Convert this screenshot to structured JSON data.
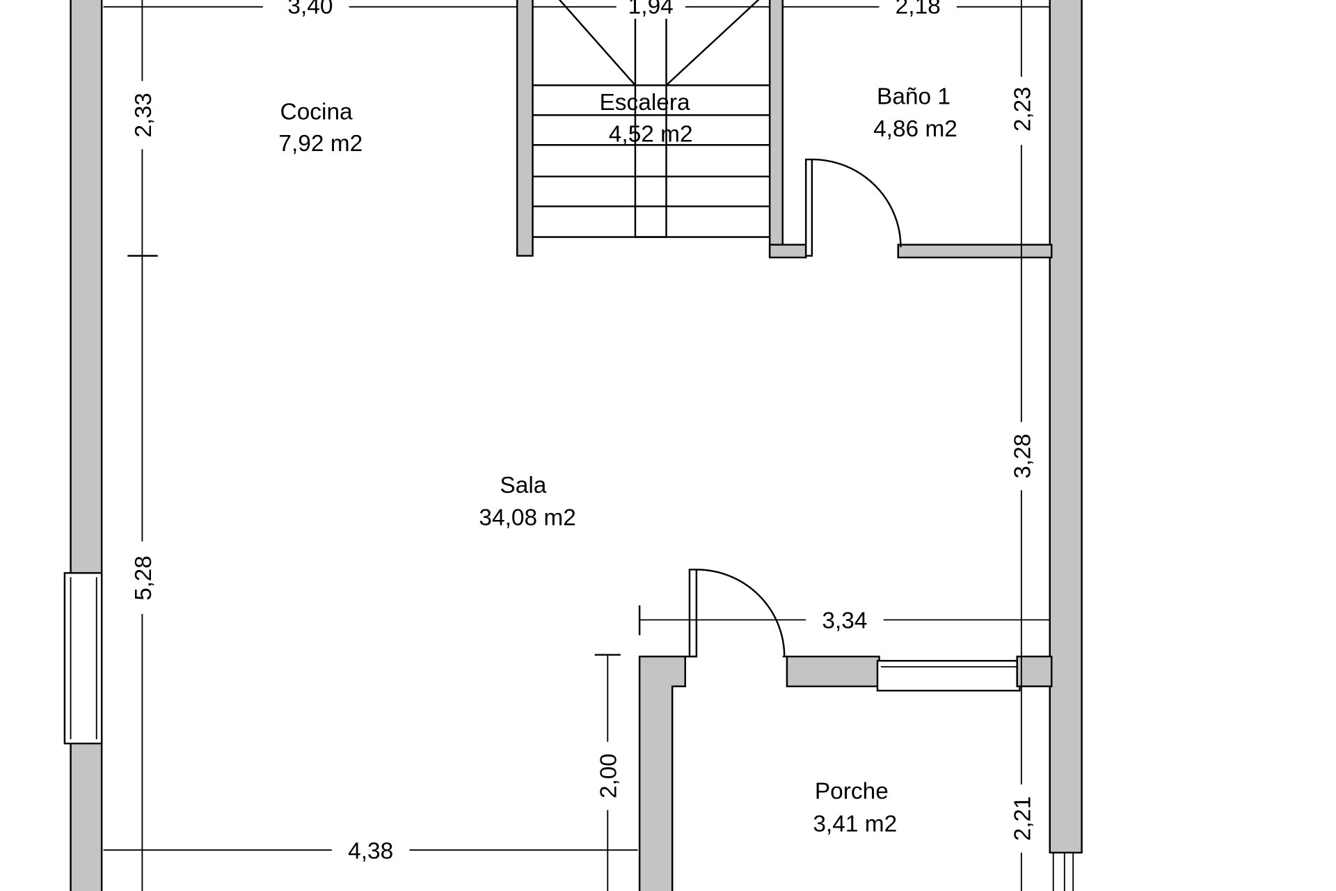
{
  "rooms": [
    {
      "name": "Cocina",
      "area": "7,92 m2"
    },
    {
      "name": "Escalera",
      "area": "4,52 m2"
    },
    {
      "name": "Baño 1",
      "area": "4,86 m2"
    },
    {
      "name": "Sala",
      "area": "34,08 m2"
    },
    {
      "name": "Porche",
      "area": "3,41 m2"
    }
  ],
  "dimensions": {
    "top_cocina": "3,40",
    "top_escalera": "1,94",
    "top_bano": "2,18",
    "left_upper": "2,33",
    "left_lower": "5,28",
    "right_upper": "2,23",
    "right_middle": "3,28",
    "right_lower": "2,21",
    "porch_width": "3,34",
    "porch_depth": "2,00",
    "bottom_sala": "4,38"
  },
  "colors": {
    "wall_fill": "#c4c4c4",
    "line": "#000000",
    "background": "#ffffff"
  }
}
